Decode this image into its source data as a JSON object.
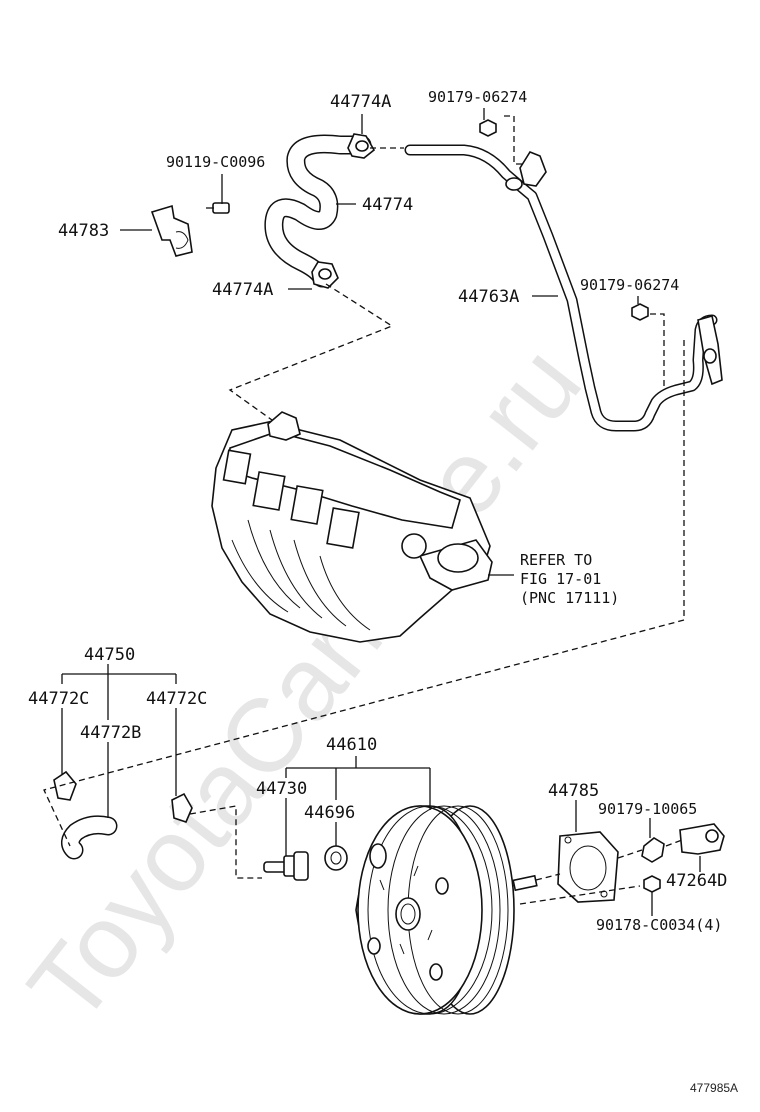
{
  "watermark": "ToyotaCarMine.ru",
  "drawing_number": "477985A",
  "reference": {
    "line1": "REFER TO",
    "line2": "FIG 17-01",
    "line3": "(PNC 17111)"
  },
  "labels": {
    "p44774A_top": "44774A",
    "p90179_06274_top": "90179-06274",
    "p90119_C0096": "90119-C0096",
    "p44774": "44774",
    "p44783": "44783",
    "p44774A_bottom": "44774A",
    "p44763A": "44763A",
    "p90179_06274_right": "90179-06274",
    "p44750": "44750",
    "p44772C_left": "44772C",
    "p44772C_right": "44772C",
    "p44772B": "44772B",
    "p44610": "44610",
    "p44730": "44730",
    "p44696": "44696",
    "p44785": "44785",
    "p90179_10065": "90179-10065",
    "p47264D": "47264D",
    "p90178_C0034": "90178-C0034(4)"
  }
}
